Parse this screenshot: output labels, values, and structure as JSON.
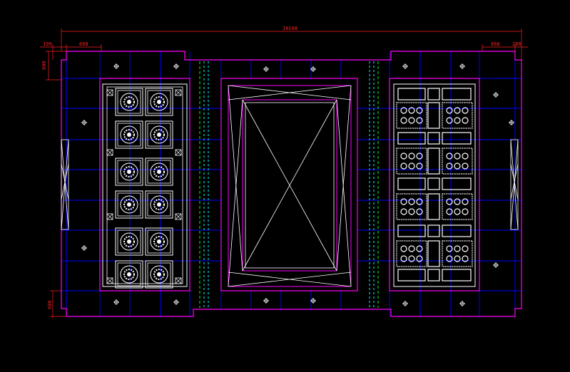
{
  "colors": {
    "background": "#000000",
    "outline": "#ff00ff",
    "grid": "#0000ff",
    "dimension": "#ff0000",
    "ornament": "#ffffff",
    "cyan": "#00ffff",
    "green": "#00ff00"
  },
  "dimensions": {
    "overall_width": "10108",
    "left_offset": "199",
    "left_width": "668",
    "right_width": "668",
    "right_offset": "280",
    "top_height": "600",
    "bottom_height": "600"
  }
}
